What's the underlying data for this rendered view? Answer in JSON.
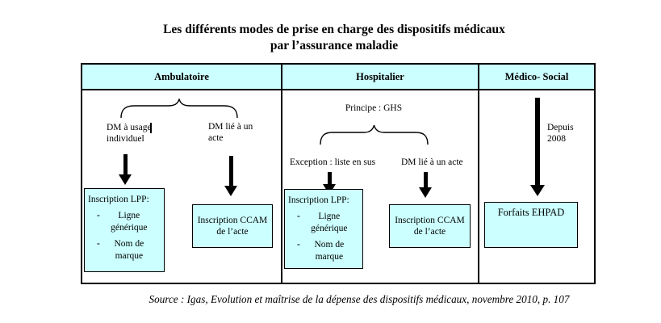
{
  "title": {
    "line1": "Les différents modes de prise en charge des dispositifs médicaux",
    "line2": "par l’assurance maladie"
  },
  "source_note": "Source : Igas, Evolution et maîtrise de la dépense des dispositifs médicaux, novembre 2010, p. 107",
  "colors": {
    "cell_fill": "#ccffff",
    "border": "#000000",
    "arrow": "#000000",
    "page_background": "#ffffff"
  },
  "table": {
    "columns": [
      {
        "header": "Ambulatoire",
        "branches": [
          {
            "label": "DM à usage individuel"
          },
          {
            "label": "DM lié à un acte"
          }
        ],
        "boxes": [
          {
            "title": "Inscription LPP:",
            "items": [
              "Ligne générique",
              "Nom de marque"
            ]
          },
          {
            "label": "Inscription CCAM de l’acte"
          }
        ]
      },
      {
        "header": "Hospitalier",
        "principle": "Principe : GHS",
        "branches": [
          {
            "label": "Exception : liste en sus"
          },
          {
            "label": "DM lié à un acte"
          }
        ],
        "boxes": [
          {
            "title": "Inscription LPP:",
            "items": [
              "Ligne générique",
              "Nom de marque"
            ]
          },
          {
            "label": "Inscription CCAM de l’acte"
          }
        ]
      },
      {
        "header": "Médico- Social",
        "arrow_label": "Depuis 2008",
        "boxes": [
          {
            "label": "Forfaits EHPAD"
          }
        ]
      }
    ]
  }
}
